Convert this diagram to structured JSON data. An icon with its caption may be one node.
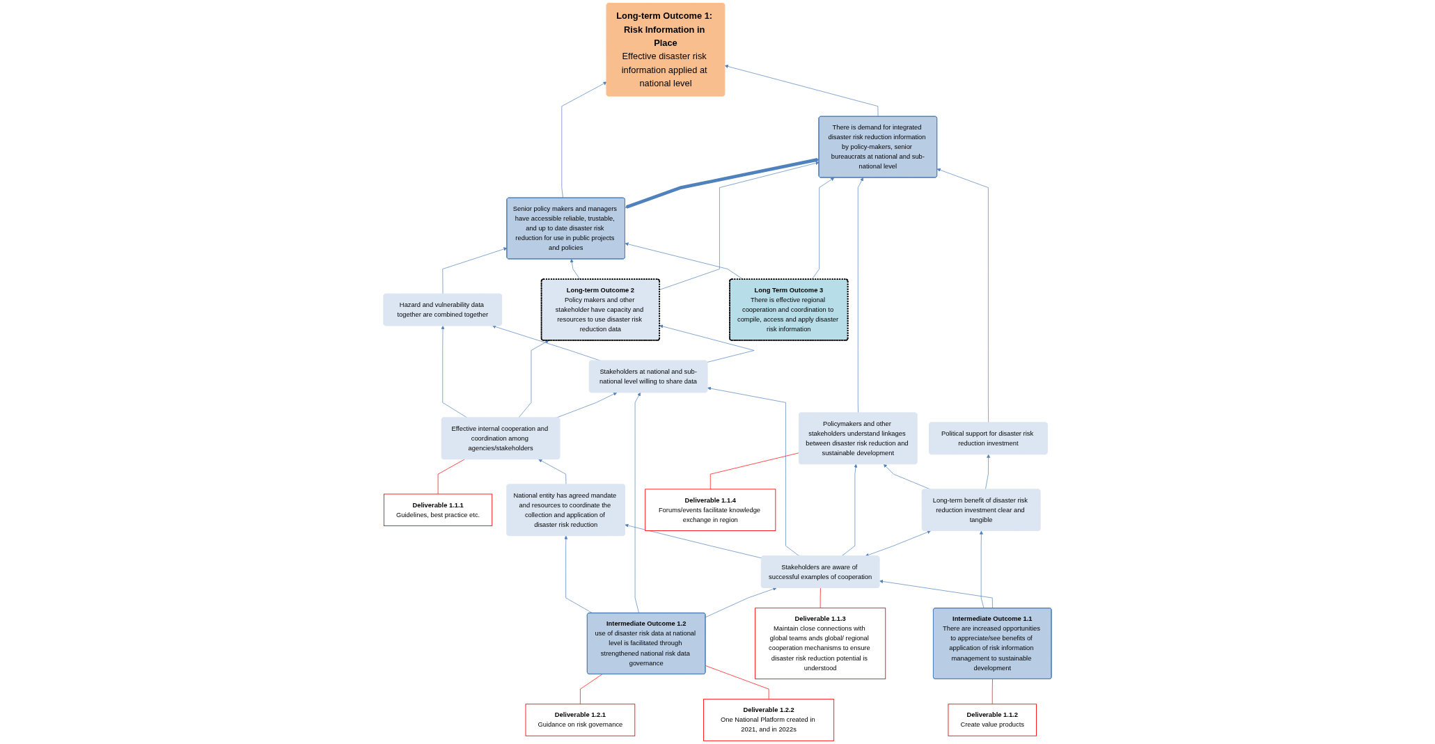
{
  "diagram": {
    "nodes": [
      {
        "text": [
          "Long-term Outcome 1: Risk Information in Place",
          "Effective disaster risk information applied at national level"
        ]
      },
      {
        "text": [
          "Senior policy makers and managers have accessible reliable, trustable, and up to date disaster risk reduction for use in public projects and policies"
        ]
      },
      {
        "text": [
          "There is demand for integrated disaster risk reduction information by policy-makers, senior bureaucrats at national and sub-national level"
        ]
      },
      {
        "text": [
          "Hazard and vulnerability data together are combined together"
        ]
      },
      {
        "text": [
          "Long-term Outcome 2",
          "Policy makers and other stakeholder have capacity and resources to use disaster risk reduction data"
        ]
      },
      {
        "text": [
          "Long Term Outcome 3",
          "There is effective regional cooperation and coordination to compile, access and apply disaster risk information"
        ]
      },
      {
        "text": [
          "Policymakers and other stakeholders understand linkages between disaster risk reduction and sustainable development"
        ]
      },
      {
        "text": [
          "Political support for disaster risk reduction investment"
        ]
      },
      {
        "text": [
          "Deliverable 1.1.1",
          "Guidelines, best practice etc."
        ]
      },
      {
        "text": [
          "Effective internal cooperation and coordination among agencies/stakeholders"
        ]
      },
      {
        "text": [
          "Stakeholders at national and sub-national level willing to share data"
        ]
      },
      {
        "text": [
          "National entity has agreed mandate and resources to coordinate the collection and application of disaster risk reduction"
        ]
      },
      {
        "text": [
          "Stakeholders are aware of successful examples of cooperation"
        ]
      },
      {
        "text": [
          "Long-term benefit of disaster risk reduction investment clear and tangible"
        ]
      },
      {
        "text": [
          "Deliverable 1.1.4",
          "Forums/events facilitate knowledge exchange in region"
        ]
      },
      {
        "text": [
          "Deliverable 1.2.1",
          "Guidance on risk governance"
        ]
      },
      {
        "text": [
          "Deliverable 1.2.2",
          "One National Platform created in 2021, and in 2022s"
        ]
      },
      {
        "text": [
          "Intermediate Outcome 1.2",
          "use of disaster risk data at national level is facilitated through strengthened national risk data governance"
        ]
      },
      {
        "text": [
          "Deliverable 1.1.3",
          "Maintain close connections with global teams ands global/ regional cooperation mechanisms to ensure disaster risk reduction potential is understood"
        ]
      },
      {
        "text": [
          "Deliverable 1.1.2",
          "Create value products"
        ]
      },
      {
        "text": [
          "Intermediate Outcome 1.1",
          "There are increased opportunities to appreciate/see benefits of application of risk information management to sustainable development"
        ]
      }
    ],
    "edges": [
      {
        "from": 1,
        "to": 0,
        "arrow": "to"
      },
      {
        "from": 2,
        "to": 0,
        "arrow": "to"
      },
      {
        "from": 1,
        "to": 2,
        "arrow": "both",
        "style": "thick"
      },
      {
        "from": 4,
        "to": 1,
        "arrow": "to"
      },
      {
        "from": 4,
        "to": 2,
        "arrow": "to"
      },
      {
        "from": 5,
        "to": 1,
        "arrow": "to"
      },
      {
        "from": 5,
        "to": 2,
        "arrow": "to"
      },
      {
        "from": 3,
        "to": 1,
        "arrow": "to"
      },
      {
        "from": 6,
        "to": 2,
        "arrow": "to"
      },
      {
        "from": 7,
        "to": 2,
        "arrow": "to"
      },
      {
        "from": 9,
        "to": 3,
        "arrow": "to"
      },
      {
        "from": 9,
        "to": 4,
        "arrow": "to"
      },
      {
        "from": 10,
        "to": 3,
        "arrow": "to"
      },
      {
        "from": 10,
        "to": 4,
        "arrow": "to"
      },
      {
        "from": 9,
        "to": 10,
        "arrow": "to"
      },
      {
        "from": 11,
        "to": 9,
        "arrow": "to"
      },
      {
        "from": 12,
        "to": 11,
        "arrow": "to"
      },
      {
        "from": 12,
        "to": 10,
        "arrow": "to"
      },
      {
        "from": 12,
        "to": 6,
        "arrow": "to"
      },
      {
        "from": 13,
        "to": 6,
        "arrow": "to"
      },
      {
        "from": 13,
        "to": 7,
        "arrow": "to"
      },
      {
        "from": 12,
        "to": 13,
        "arrow": "both"
      },
      {
        "from": 17,
        "to": 11,
        "arrow": "to"
      },
      {
        "from": 17,
        "to": 10,
        "arrow": "to"
      },
      {
        "from": 17,
        "to": 12,
        "arrow": "to"
      },
      {
        "from": 20,
        "to": 13,
        "arrow": "to"
      },
      {
        "from": 20,
        "to": 12,
        "arrow": "to"
      },
      {
        "from": 8,
        "to": 9,
        "arrow": "none",
        "color": "#ff0000"
      },
      {
        "from": 14,
        "to": 6,
        "arrow": "none",
        "color": "#ff0000"
      },
      {
        "from": 15,
        "to": 17,
        "arrow": "none",
        "color": "#ff0000"
      },
      {
        "from": 16,
        "to": 17,
        "arrow": "none",
        "color": "#ff0000"
      },
      {
        "from": 18,
        "to": 12,
        "arrow": "none",
        "color": "#ff0000"
      },
      {
        "from": 19,
        "to": 20,
        "arrow": "none",
        "color": "#ff0000"
      }
    ]
  }
}
